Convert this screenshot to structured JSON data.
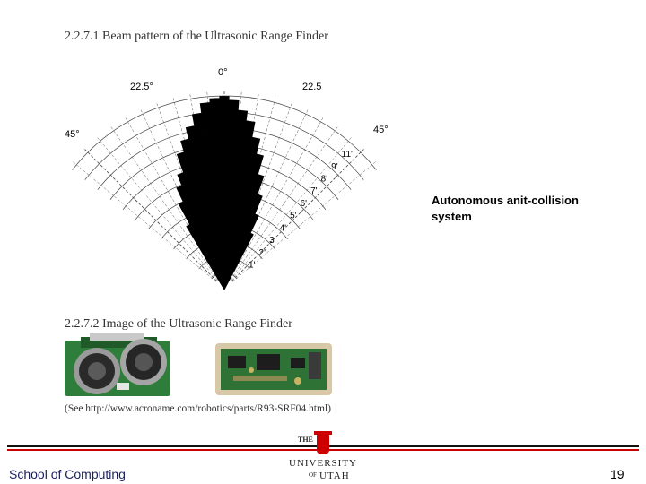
{
  "headings": {
    "beam": "2.2.7.1 Beam pattern of the Ultrasonic Range Finder",
    "image": "2.2.7.2 Image of the Ultrasonic Range Finder"
  },
  "beam_labels": {
    "zero": "0°",
    "left_225": "22.5°",
    "right_225": "22.5",
    "left_45": "45°",
    "right_45": "45°",
    "distances": [
      "11'",
      "9'",
      "8'",
      "7'",
      "6'",
      "5'",
      "4'",
      "3'",
      "2'",
      "1'"
    ]
  },
  "caption": {
    "line1": "Autonomous anit-collision",
    "line2": "system"
  },
  "source_note": "(See http://www.acroname.com/robotics/parts/R93-SRF04.html)",
  "footer": {
    "school": "School of Computing",
    "page_number": "19",
    "logo_the": "THE",
    "logo_university": "UNIVERSITY",
    "logo_of": "OF",
    "logo_utah": "UTAH"
  },
  "colors": {
    "accent_red": "#cc0000",
    "footer_text": "#1a1f5e"
  }
}
